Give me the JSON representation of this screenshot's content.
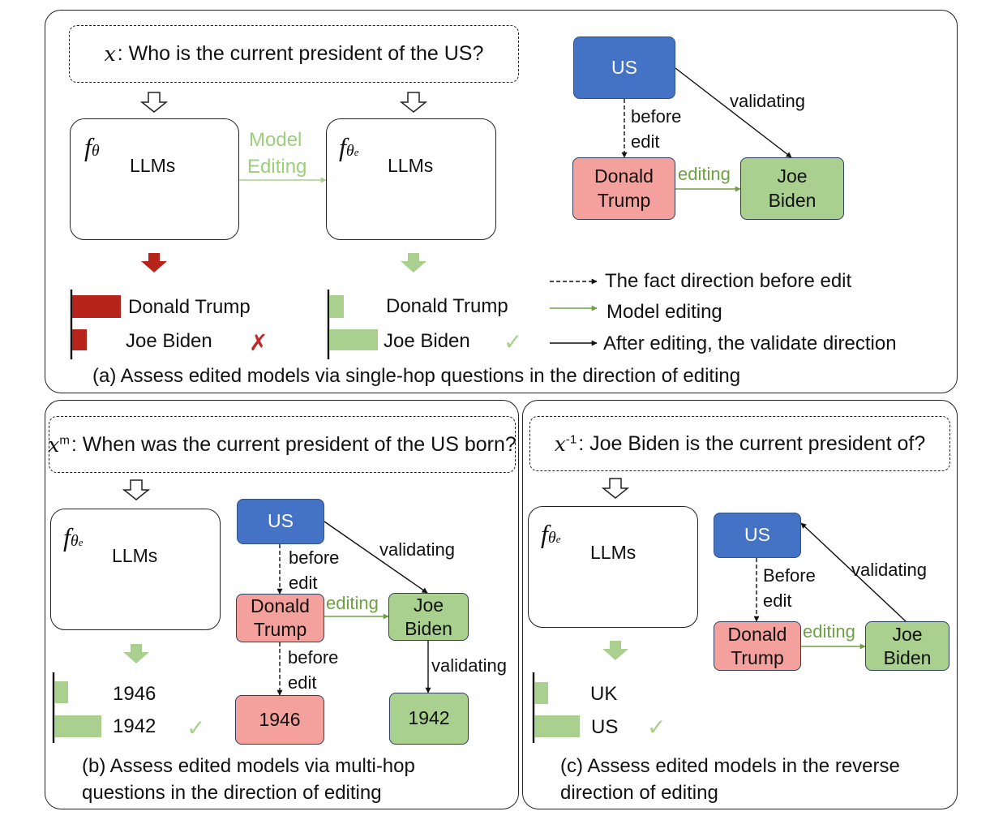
{
  "colors": {
    "accent_red": "#c0282a",
    "edit_green": "#6fa046",
    "light_green": "#a9d08e",
    "node_blue": "#4472c4",
    "node_red": "#f4a09c"
  },
  "panel_a": {
    "question_var": "x",
    "question_text": ": Who is the current president of the US?",
    "model_before": {
      "symbol": "f",
      "sub": "θ",
      "label": "LLMs"
    },
    "model_after": {
      "symbol": "f",
      "sub": "θ",
      "sub2": "e",
      "label": "LLMs"
    },
    "model_editing_label": [
      "Model",
      "Editing"
    ],
    "answers_before": [
      {
        "text": "Donald Trump",
        "score": 0.85
      },
      {
        "text": "Joe Biden",
        "score": 0.25,
        "mark": "✗"
      }
    ],
    "answers_after": [
      {
        "text": "Donald Trump",
        "score": 0.25
      },
      {
        "text": "Joe Biden",
        "score": 0.85,
        "mark": "✓"
      }
    ],
    "graph": {
      "us": "US",
      "donald_trump": [
        "Donald",
        "Trump"
      ],
      "joe_biden": [
        "Joe",
        "Biden"
      ],
      "before_edit": [
        "before",
        "edit"
      ],
      "editing": "editing",
      "validating": "validating"
    },
    "legend": [
      {
        "style": "dashed",
        "text": "The fact direction before edit"
      },
      {
        "style": "green",
        "text": "Model editing"
      },
      {
        "style": "solid",
        "text": "After editing, the validate direction"
      }
    ],
    "caption": "(a) Assess edited models via single-hop questions in the direction of editing"
  },
  "panel_b": {
    "question_var": "x",
    "question_sup": "m",
    "question_text": ": When was the current president of the US born?",
    "model": {
      "symbol": "f",
      "sub": "θ",
      "sub2": "e",
      "label": "LLMs"
    },
    "answers": [
      {
        "text": "1946",
        "score": 0.25
      },
      {
        "text": "1942",
        "score": 0.85,
        "mark": "✓"
      }
    ],
    "graph": {
      "us": "US",
      "donald_trump": [
        "Donald",
        "Trump"
      ],
      "joe_biden": [
        "Joe",
        "Biden"
      ],
      "year_before": "1946",
      "year_after": "1942",
      "before_edit": [
        "before",
        "edit"
      ],
      "editing": "editing",
      "validating": "validating"
    },
    "caption": [
      "(b) Assess edited models via multi-hop",
      "questions in the direction of editing"
    ]
  },
  "panel_c": {
    "question_var": "x",
    "question_sup": "-1",
    "question_text": ": Joe Biden is the current president of?",
    "model": {
      "symbol": "f",
      "sub": "θ",
      "sub2": "e",
      "label": "LLMs"
    },
    "answers": [
      {
        "text": "UK",
        "score": 0.25
      },
      {
        "text": "US",
        "score": 0.85,
        "mark": "✓"
      }
    ],
    "graph": {
      "us": "US",
      "donald_trump": [
        "Donald",
        "Trump"
      ],
      "joe_biden": [
        "Joe",
        "Biden"
      ],
      "before_edit": [
        "Before",
        "edit"
      ],
      "editing": "editing",
      "validating": "validating"
    },
    "caption": [
      "(c) Assess edited models in the reverse",
      "direction of editing"
    ]
  }
}
